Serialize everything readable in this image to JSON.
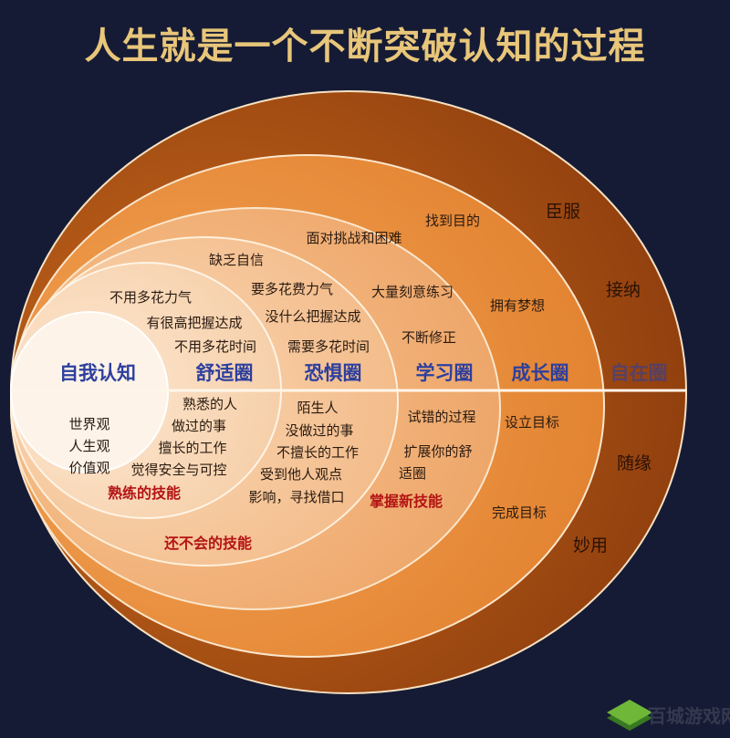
{
  "title": "人生就是一个不断突破认知的过程",
  "zones": [
    "自我认知",
    "舒适圈",
    "恐惧圈",
    "学习圈",
    "成长圈",
    "自在圈"
  ],
  "self": {
    "bottom": [
      "世界观",
      "人生观",
      "价值观"
    ]
  },
  "comfort": {
    "top": [
      "不用多花力气",
      "有很高把握达成",
      "不用多花时间"
    ],
    "bottom": [
      "熟悉的人",
      "做过的事",
      "擅长的工作",
      "觉得安全与可控"
    ],
    "skill": "熟练的技能"
  },
  "fear": {
    "top": [
      "缺乏自信",
      "要多花费力气",
      "没什么把握达成",
      "需要多花时间"
    ],
    "bottom": [
      "陌生人",
      "没做过的事",
      "不擅长的工作",
      "受到他人观点",
      "影响，寻找借口"
    ],
    "skill": "还不会的技能"
  },
  "learning": {
    "top": [
      "面对挑战和困难",
      "大量刻意练习",
      "不断修正"
    ],
    "bottom": [
      "试错的过程",
      "扩展你的舒",
      "适圈"
    ],
    "skill": "掌握新技能"
  },
  "growth": {
    "top": [
      "找到目的",
      "拥有梦想"
    ],
    "bottom": [
      "设立目标",
      "完成目标"
    ]
  },
  "free": {
    "top": [
      "臣服",
      "接纳"
    ],
    "bottom": [
      "随缘",
      "妙用"
    ]
  },
  "watermark": "百城游戏网",
  "colors": {
    "background": "#161b35",
    "title": "#e8c67a",
    "zone_label": "#2d3f9e",
    "skill_label": "#b31414"
  }
}
